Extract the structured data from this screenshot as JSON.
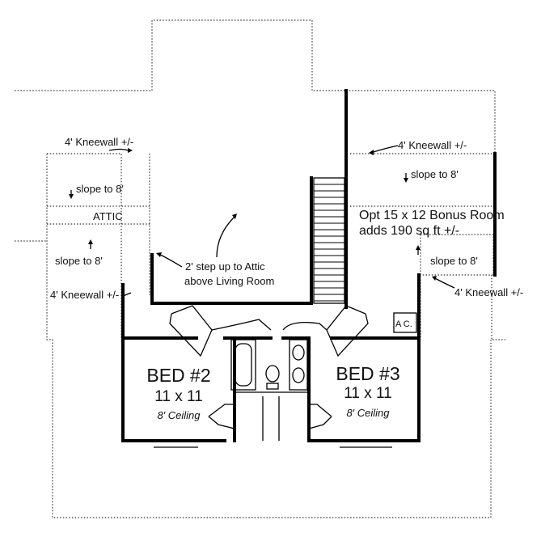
{
  "labels": {
    "kneewall_top_left": "4' Kneewall +/-",
    "kneewall_top_right": "4' Kneewall +/-",
    "kneewall_bottom_left": "4' Kneewall +/-",
    "kneewall_bottom_right": "4' Kneewall +/-",
    "slope_top_left": "slope to 8'",
    "slope_top_right": "slope to 8'",
    "slope_bottom_left": "slope to 8'",
    "slope_bottom_right": "slope to 8'",
    "attic": "ATTIC",
    "bonus_line1": "Opt 15 x 12 Bonus Room",
    "bonus_line2": "adds 190 sq ft +/-",
    "step_line1": "2' step up to Attic",
    "step_line2": "above Living Room",
    "ac": "A C."
  },
  "rooms": [
    {
      "name": "BED #2",
      "size": "11 x 11",
      "ceiling": "8' Ceiling"
    },
    {
      "name": "BED #3",
      "size": "11 x 11",
      "ceiling": "8' Ceiling"
    }
  ]
}
